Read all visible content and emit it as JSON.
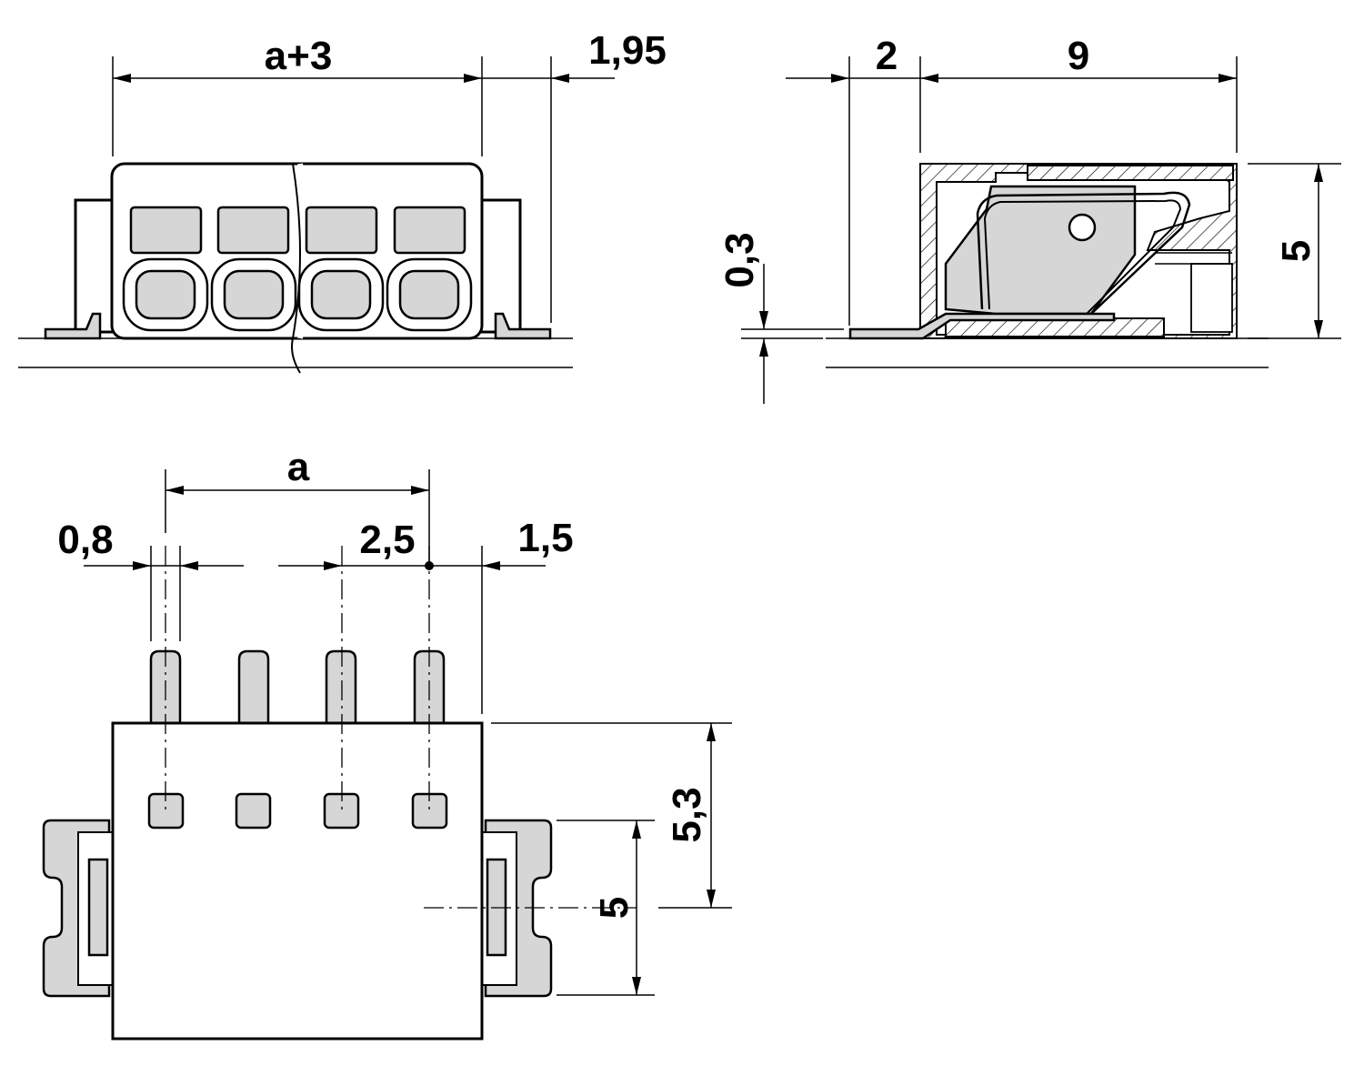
{
  "views": {
    "front": {
      "dim_width": "a+3",
      "dim_offset": "1,95"
    },
    "side": {
      "dim_left": "2",
      "dim_depth": "9",
      "dim_height": "5",
      "dim_thickness": "0,3"
    },
    "top": {
      "dim_pitch_total": "a",
      "dim_pin_width": "0,8",
      "dim_pitch": "2,5",
      "dim_edge": "1,5",
      "dim_height_53": "5,3",
      "dim_height_5": "5"
    }
  }
}
